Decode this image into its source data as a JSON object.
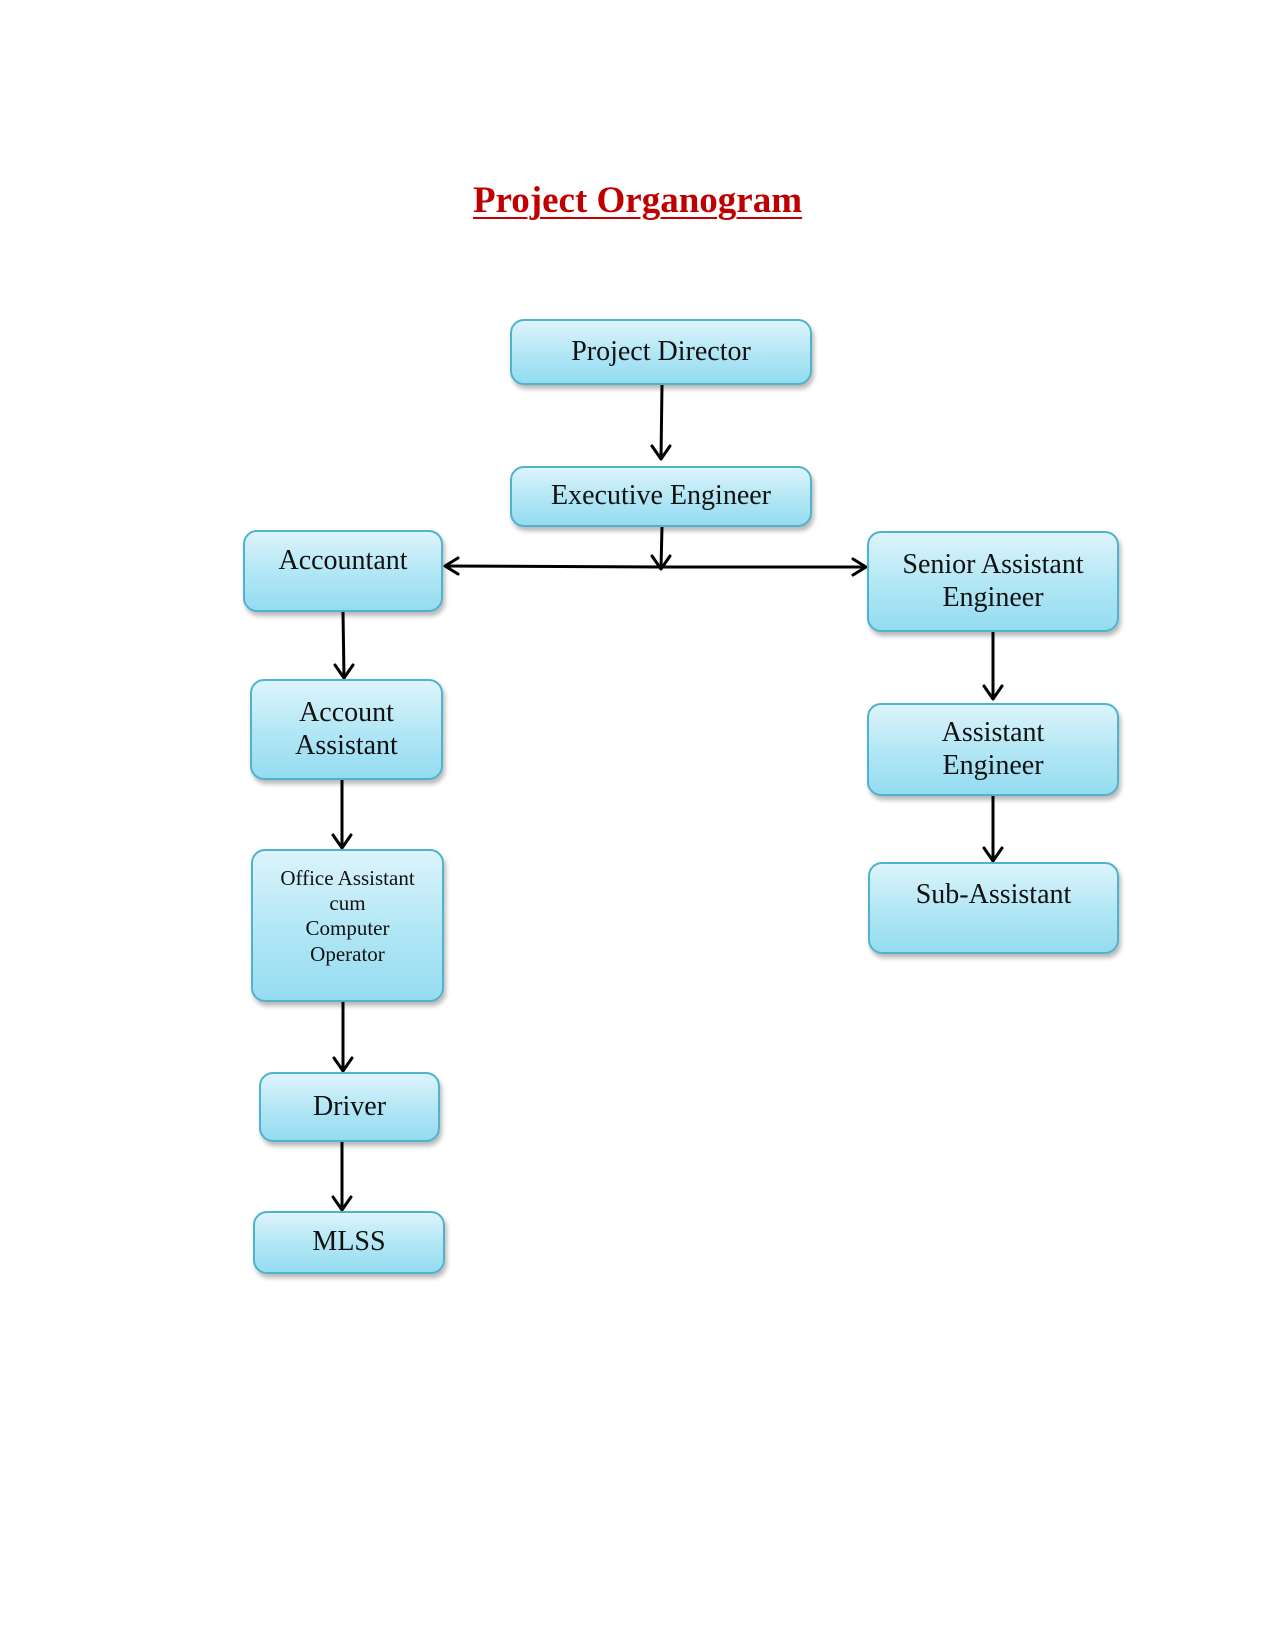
{
  "title": "Project Organogram",
  "nodes": {
    "project_director": "Project Director",
    "executive_engineer": "Executive Engineer",
    "accountant": "Accountant",
    "senior_assistant_engineer": "Senior Assistant\nEngineer",
    "account_assistant": "Account\nAssistant",
    "assistant_engineer": "Assistant\nEngineer",
    "office_assistant": "Office Assistant\ncum\nComputer\nOperator",
    "sub_assistant": "Sub-Assistant",
    "driver": "Driver",
    "mlss": "MLSS"
  },
  "colors": {
    "title": "#c00000",
    "box_border": "#4fb3cc",
    "box_fill_top": "#ddf4fb",
    "box_fill_bottom": "#95dcf1",
    "arrow": "#000000"
  },
  "connections": [
    {
      "from": "project_director",
      "to": "executive_engineer"
    },
    {
      "from": "executive_engineer",
      "to": "accountant"
    },
    {
      "from": "executive_engineer",
      "to": "senior_assistant_engineer"
    },
    {
      "from": "accountant",
      "to": "account_assistant"
    },
    {
      "from": "account_assistant",
      "to": "office_assistant"
    },
    {
      "from": "office_assistant",
      "to": "driver"
    },
    {
      "from": "driver",
      "to": "mlss"
    },
    {
      "from": "senior_assistant_engineer",
      "to": "assistant_engineer"
    },
    {
      "from": "assistant_engineer",
      "to": "sub_assistant"
    }
  ]
}
